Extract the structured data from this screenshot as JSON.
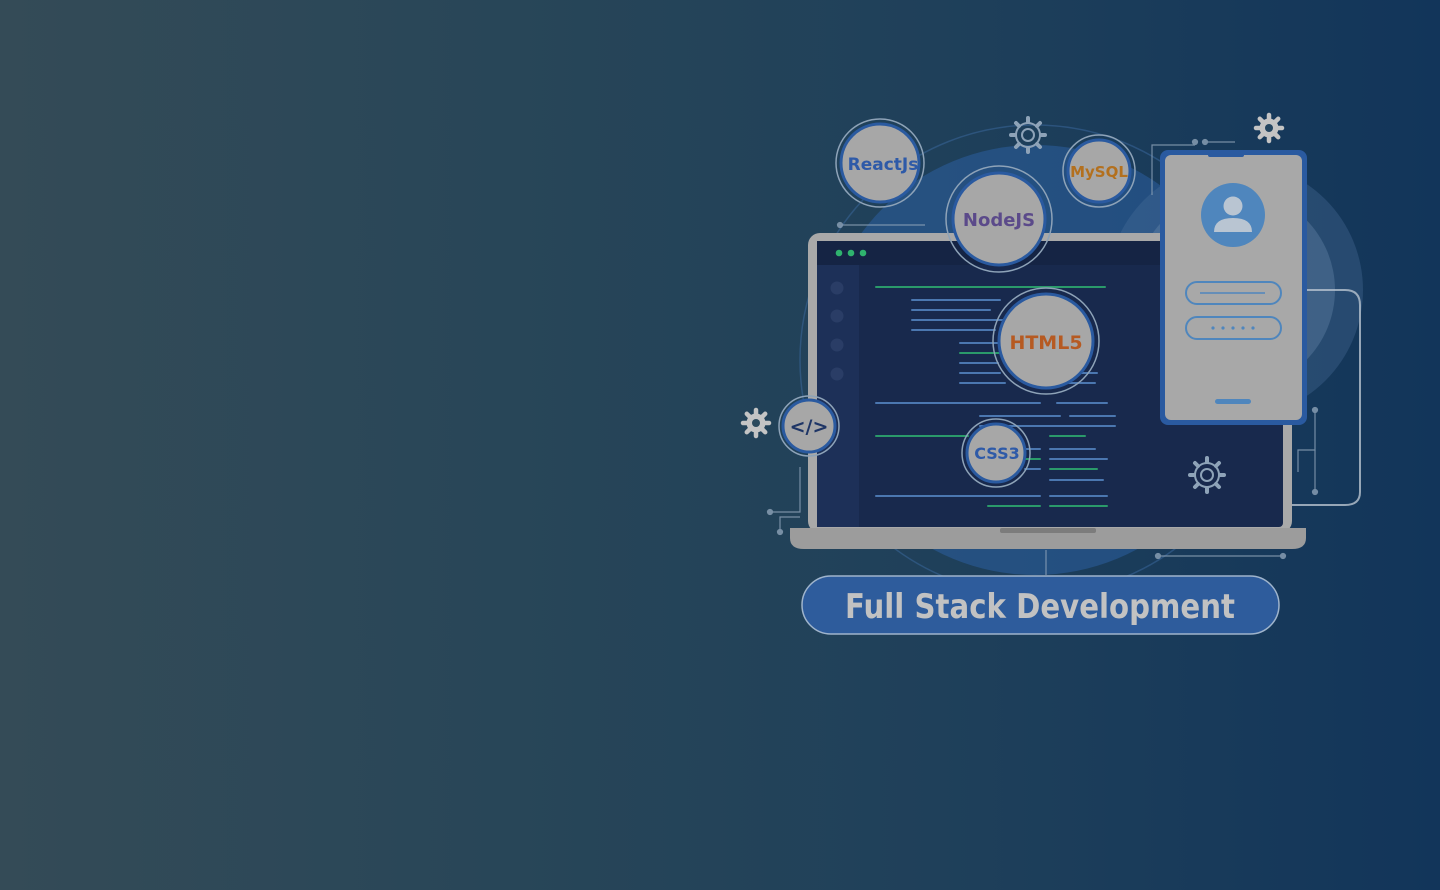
{
  "banner": {
    "title": "Full Stack Development"
  },
  "badges": {
    "reactjs": "ReactJs",
    "nodejs": "NodeJS",
    "mysql": "MySQL",
    "html5": "HTML5",
    "css3": "CSS3",
    "code": "</>"
  },
  "icons": [
    "gear-icon",
    "user-avatar-icon",
    "code-icon"
  ],
  "colors": {
    "bg_left": "#344b57",
    "bg_right": "#12355a",
    "badge_bg": "#a7a7a7",
    "react": "#2e5aa8",
    "node": "#5b4a8a",
    "mysql": "#b3701e",
    "html5": "#b65a22",
    "css3": "#2e5aa8"
  }
}
